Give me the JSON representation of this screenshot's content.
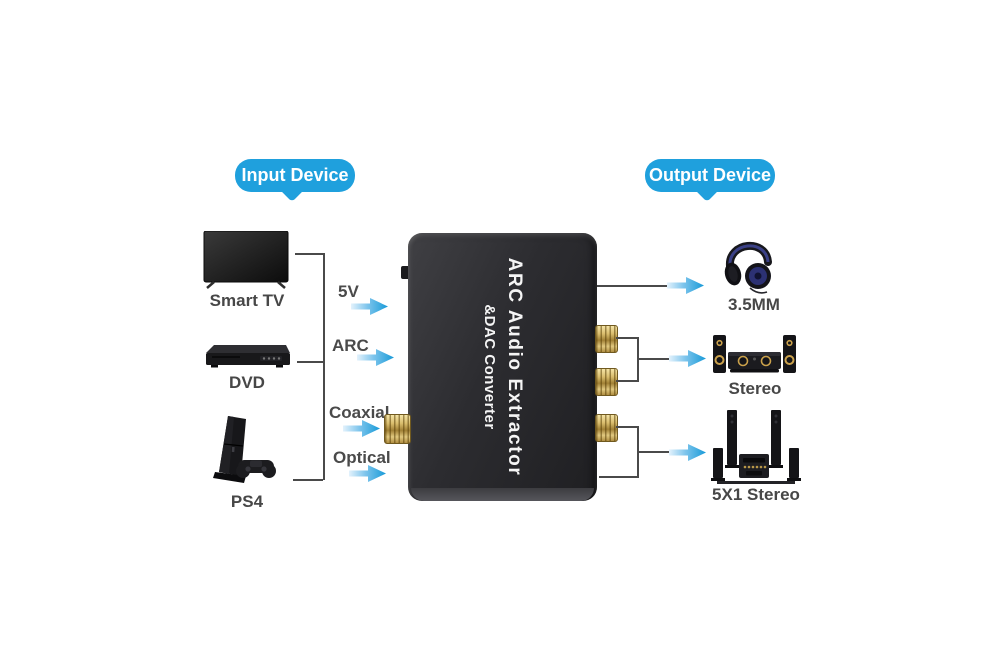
{
  "bubbles": {
    "input": "Input Device",
    "output": "Output Device"
  },
  "device": {
    "title": "ARC Audio Extractor",
    "subtitle": "&DAC Converter"
  },
  "inputs": [
    {
      "name": "Smart TV",
      "icon": "smart-tv-icon"
    },
    {
      "name": "DVD",
      "icon": "dvd-player-icon"
    },
    {
      "name": "PS4",
      "icon": "ps4-console-icon"
    }
  ],
  "ports": [
    {
      "name": "5V"
    },
    {
      "name": "ARC"
    },
    {
      "name": "Coaxial"
    },
    {
      "name": "Optical"
    }
  ],
  "outputs": [
    {
      "name": "3.5MM",
      "icon": "headphones-icon"
    },
    {
      "name": "Stereo",
      "icon": "stereo-speakers-icon"
    },
    {
      "name": "5X1 Stereo",
      "icon": "home-theater-icon"
    }
  ],
  "colors": {
    "bubble_blue": "#1fa0dd",
    "arrow_blue": "#189ad8",
    "label_gray": "#474747",
    "device_black": "#2b2b2e",
    "connector_gold": "#cfae58"
  }
}
